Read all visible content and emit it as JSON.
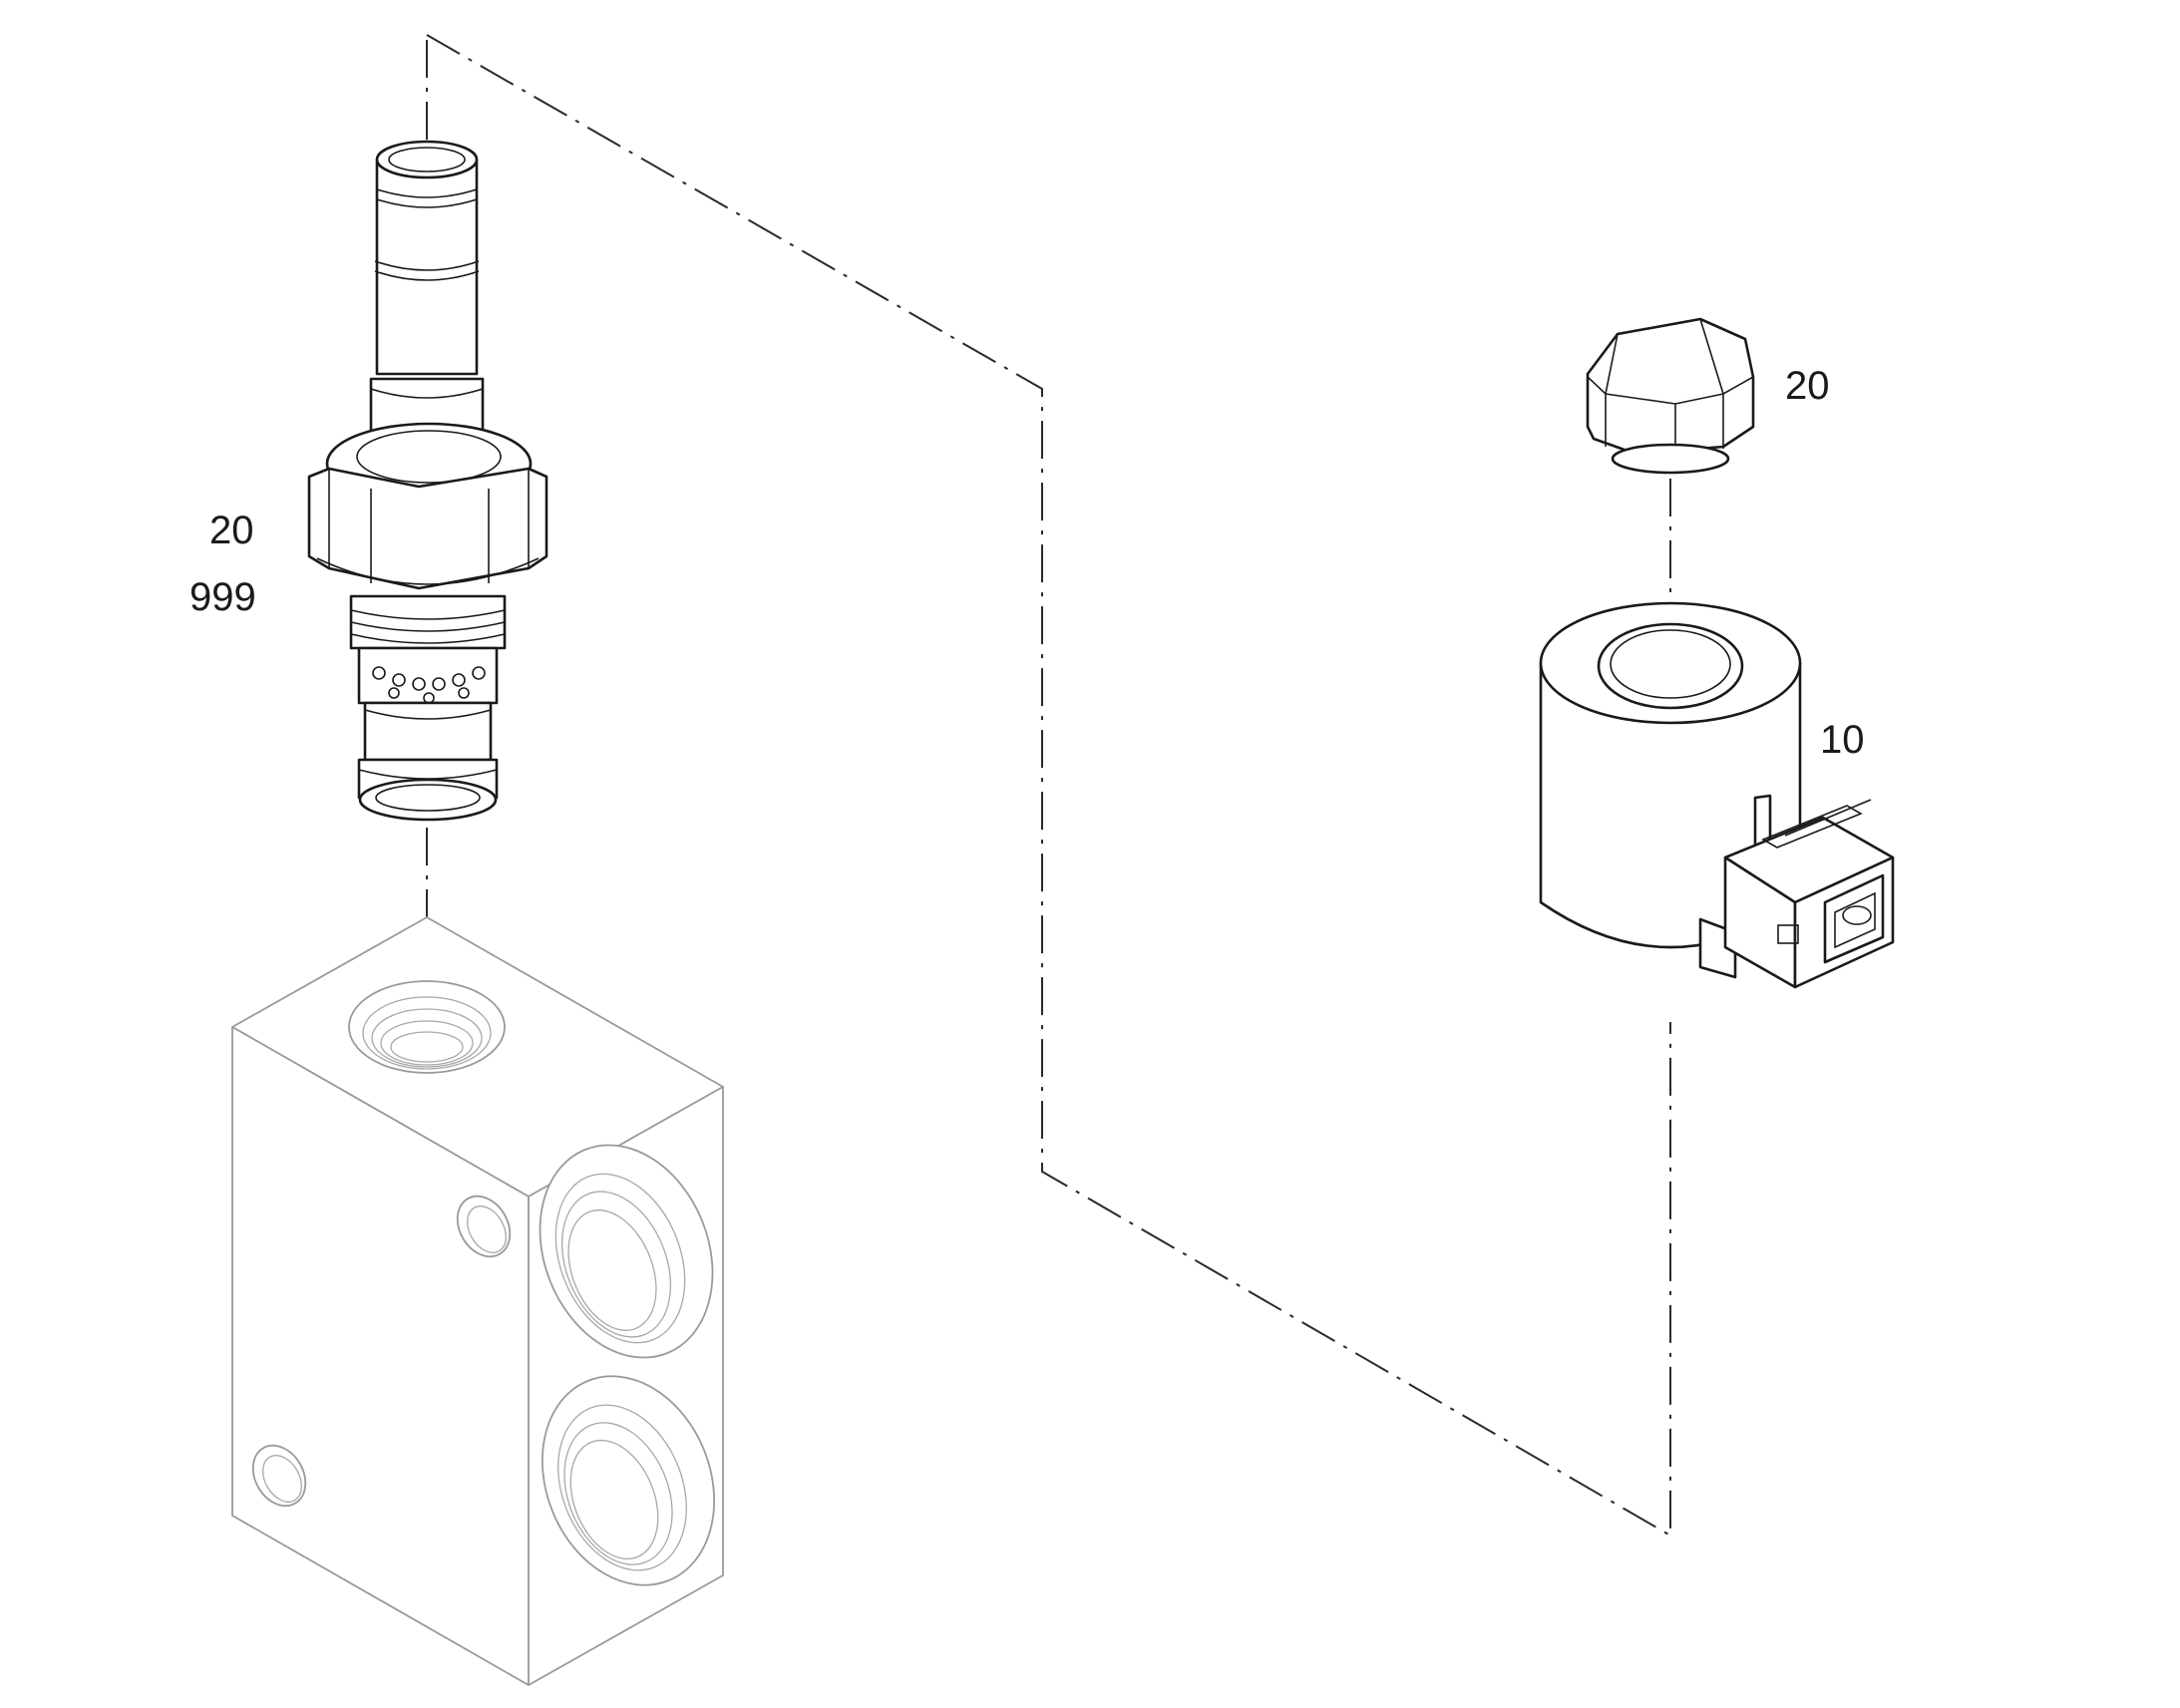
{
  "labels": {
    "valve_cartridge_part": "20",
    "valve_cartridge_sub": "999",
    "cap_nut_part": "20",
    "solenoid_coil_part": "10"
  }
}
